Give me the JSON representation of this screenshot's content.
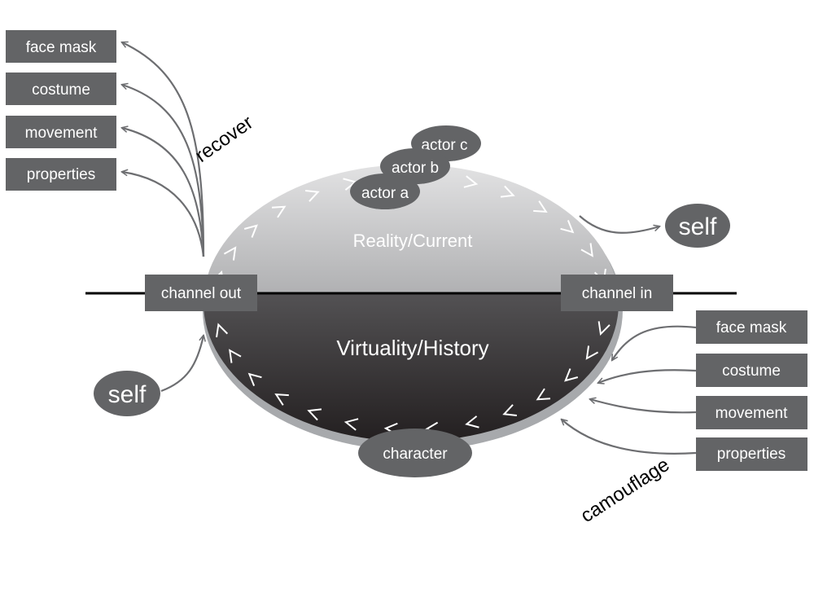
{
  "diagram": {
    "title_top": "Reality/Current",
    "title_bottom": "Virtuality/History",
    "channel_out": "channel out",
    "channel_in": "channel in",
    "character": "character",
    "actors": [
      "actor c",
      "actor b",
      "actor a"
    ],
    "self_right": "self",
    "self_left": "self",
    "recover_label": "recover",
    "camouflage_label": "camouflage",
    "left_boxes": [
      "face mask",
      "costume",
      "movement",
      "properties"
    ],
    "right_boxes": [
      "face mask",
      "costume",
      "movement",
      "properties"
    ]
  },
  "colors": {
    "box_fill": "#636466",
    "arrow_stroke": "#6d6e71",
    "top_gradient_start": "#6d6e71",
    "top_gradient_end": "#e6e6e6",
    "bottom_gradient_start": "#7f8083",
    "bottom_gradient_end": "#231f20",
    "rim": "#a7a9ac",
    "text_on_box": "#ffffff"
  }
}
